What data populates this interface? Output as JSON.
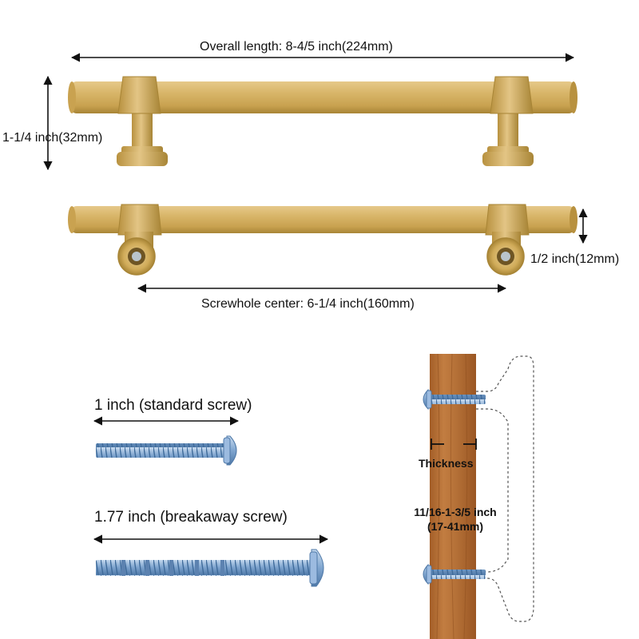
{
  "dimensions": {
    "overall_length": "Overall length: 8-4/5 inch(224mm)",
    "height": "1-1/4 inch(32mm)",
    "diameter": "1/2 inch(12mm)",
    "screwhole_center": "Screwhole center: 6-1/4 inch(160mm)"
  },
  "screws": {
    "standard": "1 inch (standard screw)",
    "breakaway": "1.77 inch (breakaway screw)"
  },
  "diagram": {
    "thickness": "Thickness",
    "thickness_range_line1": "11/16-1-3/5 inch",
    "thickness_range_line2": "(17-41mm)"
  },
  "colors": {
    "brass": "#D1AC5A",
    "brass_dark": "#A88536",
    "wood": "#B8733A",
    "screw": "#8FB3D9"
  }
}
